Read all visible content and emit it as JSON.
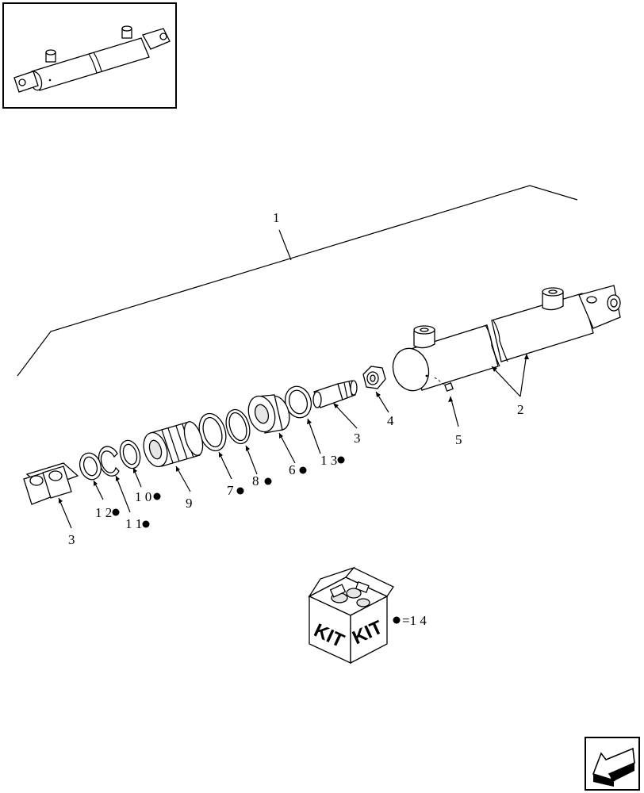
{
  "diagram": {
    "callouts": {
      "c1": "1",
      "c2": "2",
      "c3a": "3",
      "c3b": "3",
      "c4": "4",
      "c5": "5",
      "c6": "6",
      "c7": "7",
      "c8": "8",
      "c9": "9",
      "c10": "1 0",
      "c11": "1 1",
      "c12": "1 2",
      "c13": "1 3"
    },
    "kit": {
      "word_left": "KIT",
      "word_right": "KIT",
      "legend": "=1 4"
    }
  },
  "icons": {
    "thumbnail": "cylinder-thumbnail-icon",
    "kit_box": "kit-box-icon",
    "navigation": "back-arrow-icon"
  }
}
